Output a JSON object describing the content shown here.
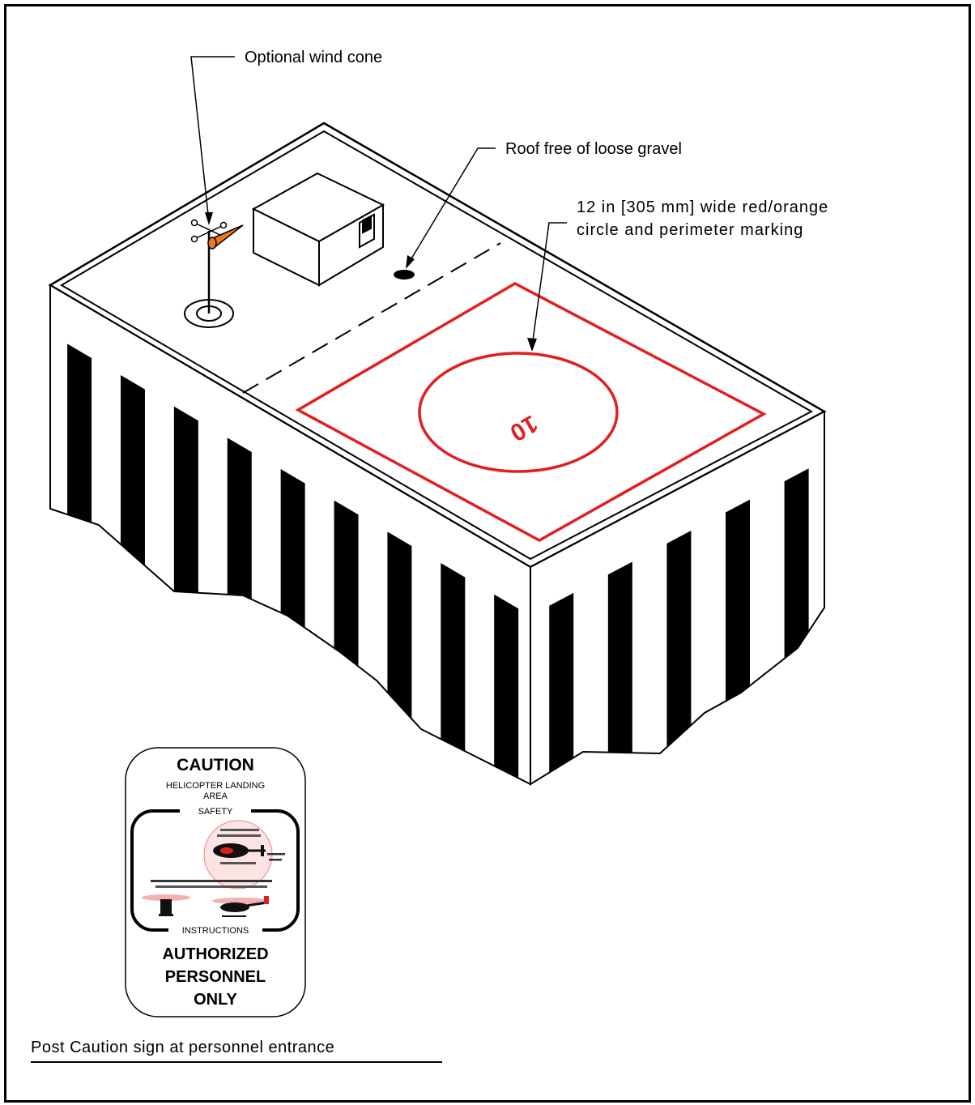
{
  "labels": {
    "wind_cone": "Optional wind cone",
    "gravel": "Roof free of loose gravel",
    "marking_line1": "12 in [305 mm] wide red/orange",
    "marking_line2": "circle and perimeter marking"
  },
  "pad_marking": "10",
  "sign": {
    "title": "CAUTION",
    "subtitle_line1": "HELICOPTER LANDING",
    "subtitle_line2": "AREA",
    "top_tab": "SAFETY",
    "bottom_tab": "INSTRUCTIONS",
    "footer_line1": "AUTHORIZED",
    "footer_line2": "PERSONNEL",
    "footer_line3": "ONLY"
  },
  "caption": "Post Caution sign at personnel entrance",
  "colors": {
    "marking": "#e02020",
    "wind_cone": "#f07818",
    "stripe": "#000000"
  }
}
